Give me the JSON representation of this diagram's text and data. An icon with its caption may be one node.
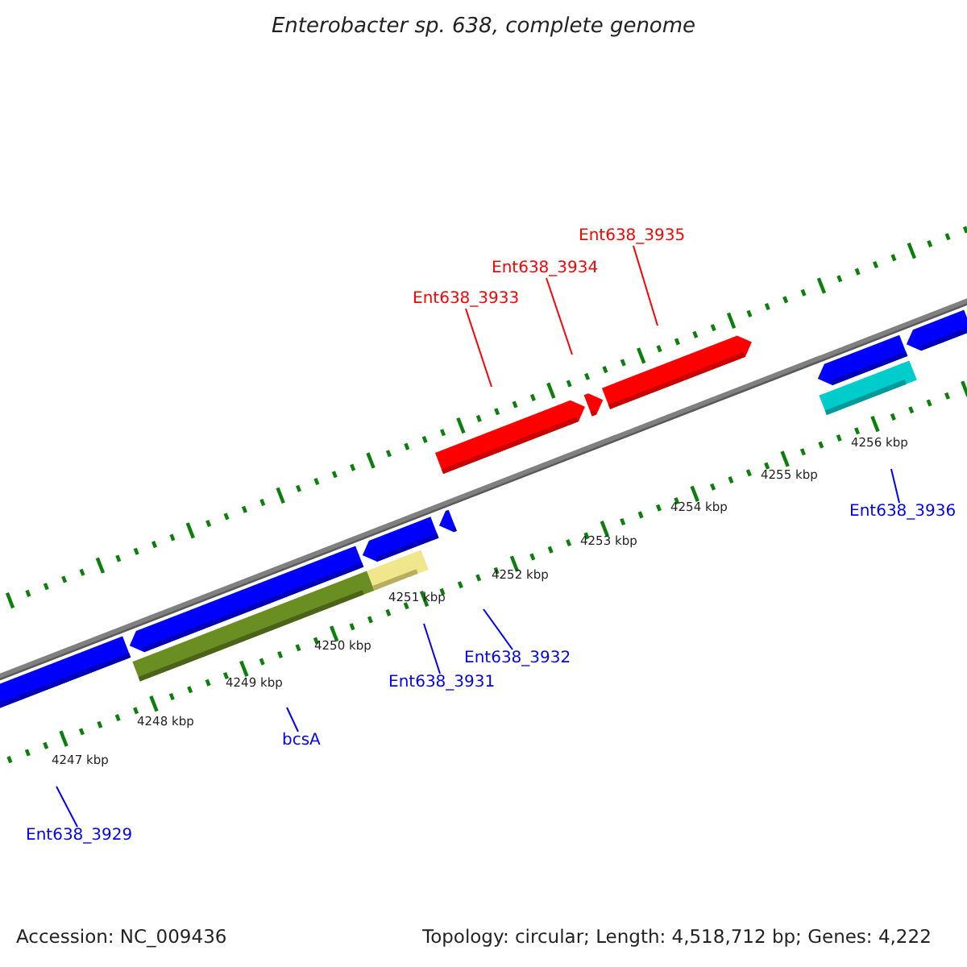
{
  "diagram": {
    "title": "Enterobacter sp. 638, complete genome",
    "nodes": [
      {
        "text": [
          "Ent638_3933"
        ]
      },
      {
        "text": [
          "Ent638_3934"
        ]
      },
      {
        "text": [
          "Ent638_3935"
        ]
      },
      {
        "text": [
          "Ent638_3936"
        ]
      },
      {
        "text": [
          "Ent638_3932"
        ]
      },
      {
        "text": [
          "Ent638_3931"
        ]
      },
      {
        "text": [
          "bcsA"
        ]
      },
      {
        "text": [
          "Ent638_3929"
        ]
      }
    ],
    "edges": [
      {
        "from": 0,
        "to": null,
        "arrow": "none",
        "color": "#ff0000"
      },
      {
        "from": 1,
        "to": null,
        "arrow": "none",
        "color": "#ff0000"
      },
      {
        "from": 2,
        "to": null,
        "arrow": "none",
        "color": "#ff0000"
      },
      {
        "from": 3,
        "to": null,
        "arrow": "none"
      },
      {
        "from": 4,
        "to": null,
        "arrow": "none"
      },
      {
        "from": 5,
        "to": null,
        "arrow": "none"
      },
      {
        "from": 6,
        "to": null,
        "arrow": "none"
      },
      {
        "from": 7,
        "to": null,
        "arrow": "none"
      }
    ],
    "labels": [
      "4256 kbp",
      "4255 kbp",
      "4254 kbp",
      "4253 kbp",
      "4252 kbp",
      "4251 kbp",
      "4250 kbp",
      "4249 kbp",
      "4248 kbp",
      "4247 kbp",
      "Accession: NC_009436",
      "Topology: circular; Length: 4,518,712 bp; Genes: 4,222"
    ]
  }
}
